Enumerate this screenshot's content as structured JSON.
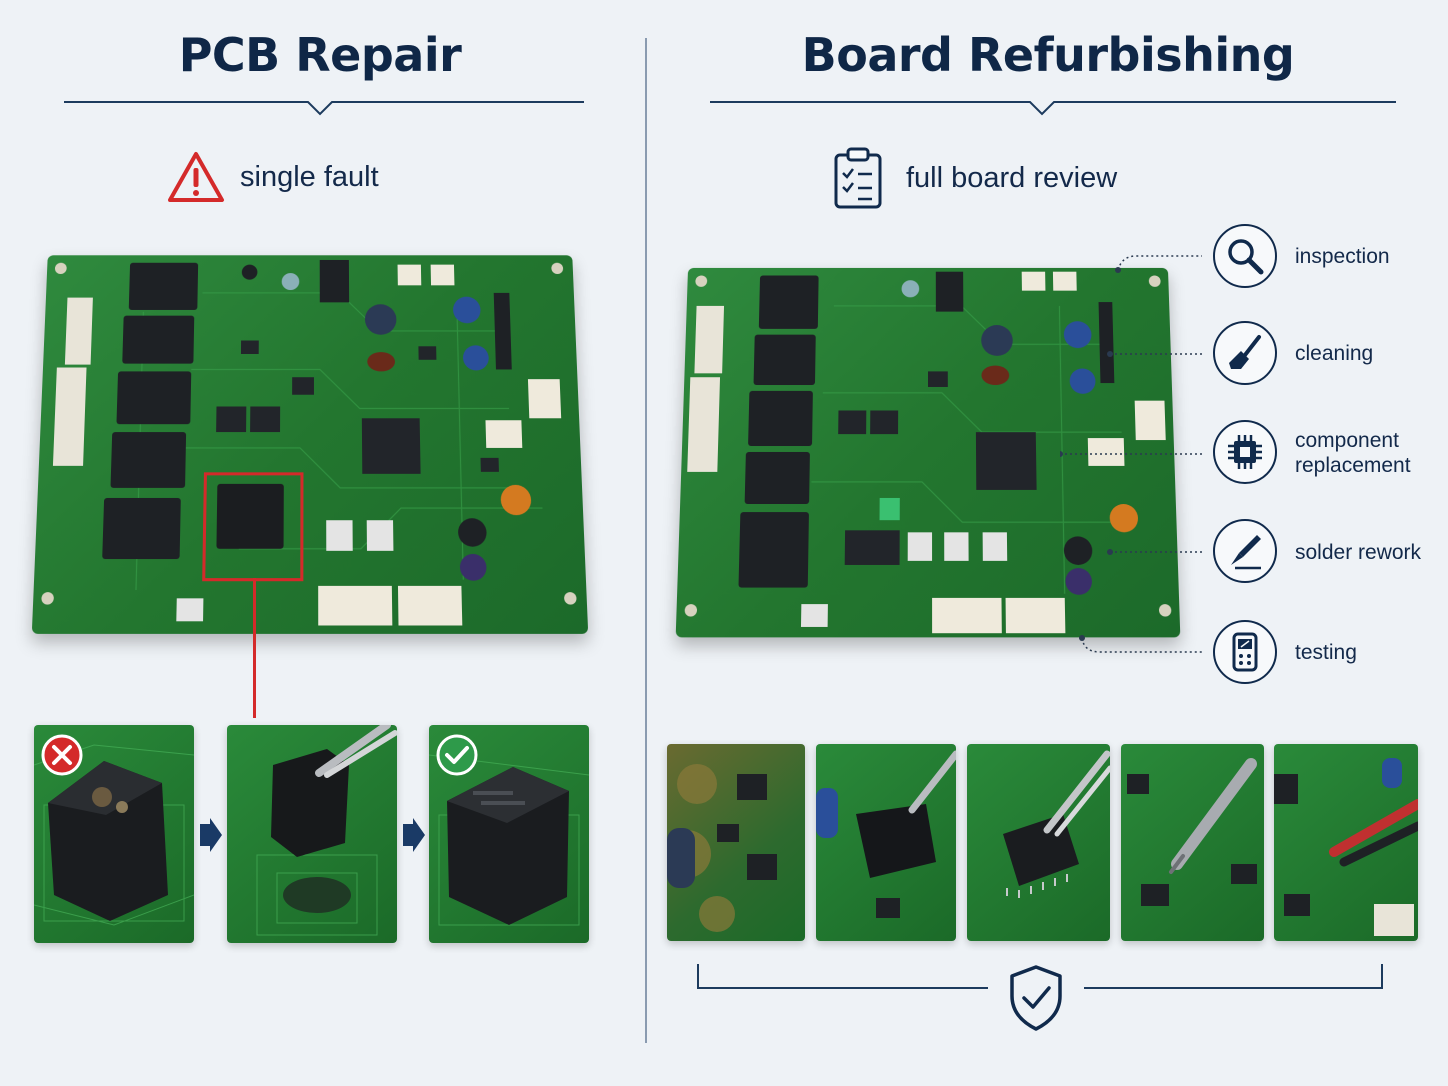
{
  "left": {
    "title": "PCB Repair",
    "subtitle": "single fault"
  },
  "right": {
    "title": "Board Refurbishing",
    "subtitle": "full board review",
    "steps": [
      {
        "label": "inspection",
        "icon": "magnifier-icon"
      },
      {
        "label": "cleaning",
        "icon": "brush-icon"
      },
      {
        "label": "component replacement",
        "icon": "chip-icon"
      },
      {
        "label": "solder rework",
        "icon": "soldering-iron-icon"
      },
      {
        "label": "testing",
        "icon": "multimeter-icon"
      }
    ]
  },
  "colors": {
    "navy": "#0f2747",
    "fault_red": "#d42a2a",
    "ok_green": "#2e9a4a",
    "board_green": "#23762f"
  }
}
